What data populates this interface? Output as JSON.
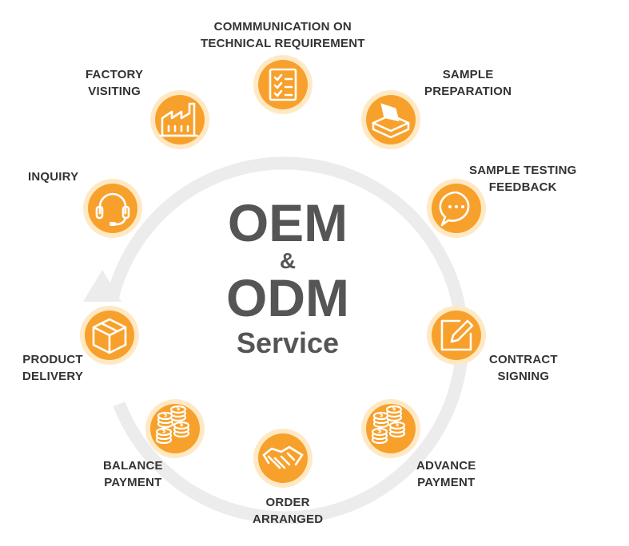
{
  "center": {
    "line1": "OEM",
    "amp": "&",
    "line2": "ODM",
    "line3": "Service"
  },
  "colors": {
    "ring": "#ececec",
    "node_outer": "#ffe9c4",
    "node_inner": "#f7a12c",
    "icon": "#ffffff",
    "text": "#333333"
  },
  "steps": [
    {
      "id": "communication",
      "icon": "checklist-icon",
      "lines": [
        "COMMMUNICATION ON",
        "TECHNICAL REQUIREMENT"
      ]
    },
    {
      "id": "sample-preparation",
      "icon": "box-tray-icon",
      "lines": [
        "SAMPLE",
        "PREPARATION"
      ]
    },
    {
      "id": "sample-testing",
      "icon": "chat-bubble-icon",
      "lines": [
        "SAMPLE TESTING",
        "FEEDBACK"
      ]
    },
    {
      "id": "contract",
      "icon": "edit-icon",
      "lines": [
        "CONTRACT",
        "SIGNING"
      ]
    },
    {
      "id": "advance-payment",
      "icon": "coins-icon",
      "lines": [
        "ADVANCE",
        "PAYMENT"
      ]
    },
    {
      "id": "order",
      "icon": "handshake-icon",
      "lines": [
        "ORDER",
        "ARRANGED"
      ]
    },
    {
      "id": "balance-payment",
      "icon": "coins-icon",
      "lines": [
        "BALANCE",
        "PAYMENT"
      ]
    },
    {
      "id": "product-delivery",
      "icon": "package-icon",
      "lines": [
        "PRODUCT",
        "DELIVERY"
      ]
    },
    {
      "id": "inquiry",
      "icon": "headset-icon",
      "lines": [
        "INQUIRY"
      ]
    },
    {
      "id": "factory",
      "icon": "factory-icon",
      "lines": [
        "FACTORY",
        "VISITING"
      ]
    }
  ]
}
